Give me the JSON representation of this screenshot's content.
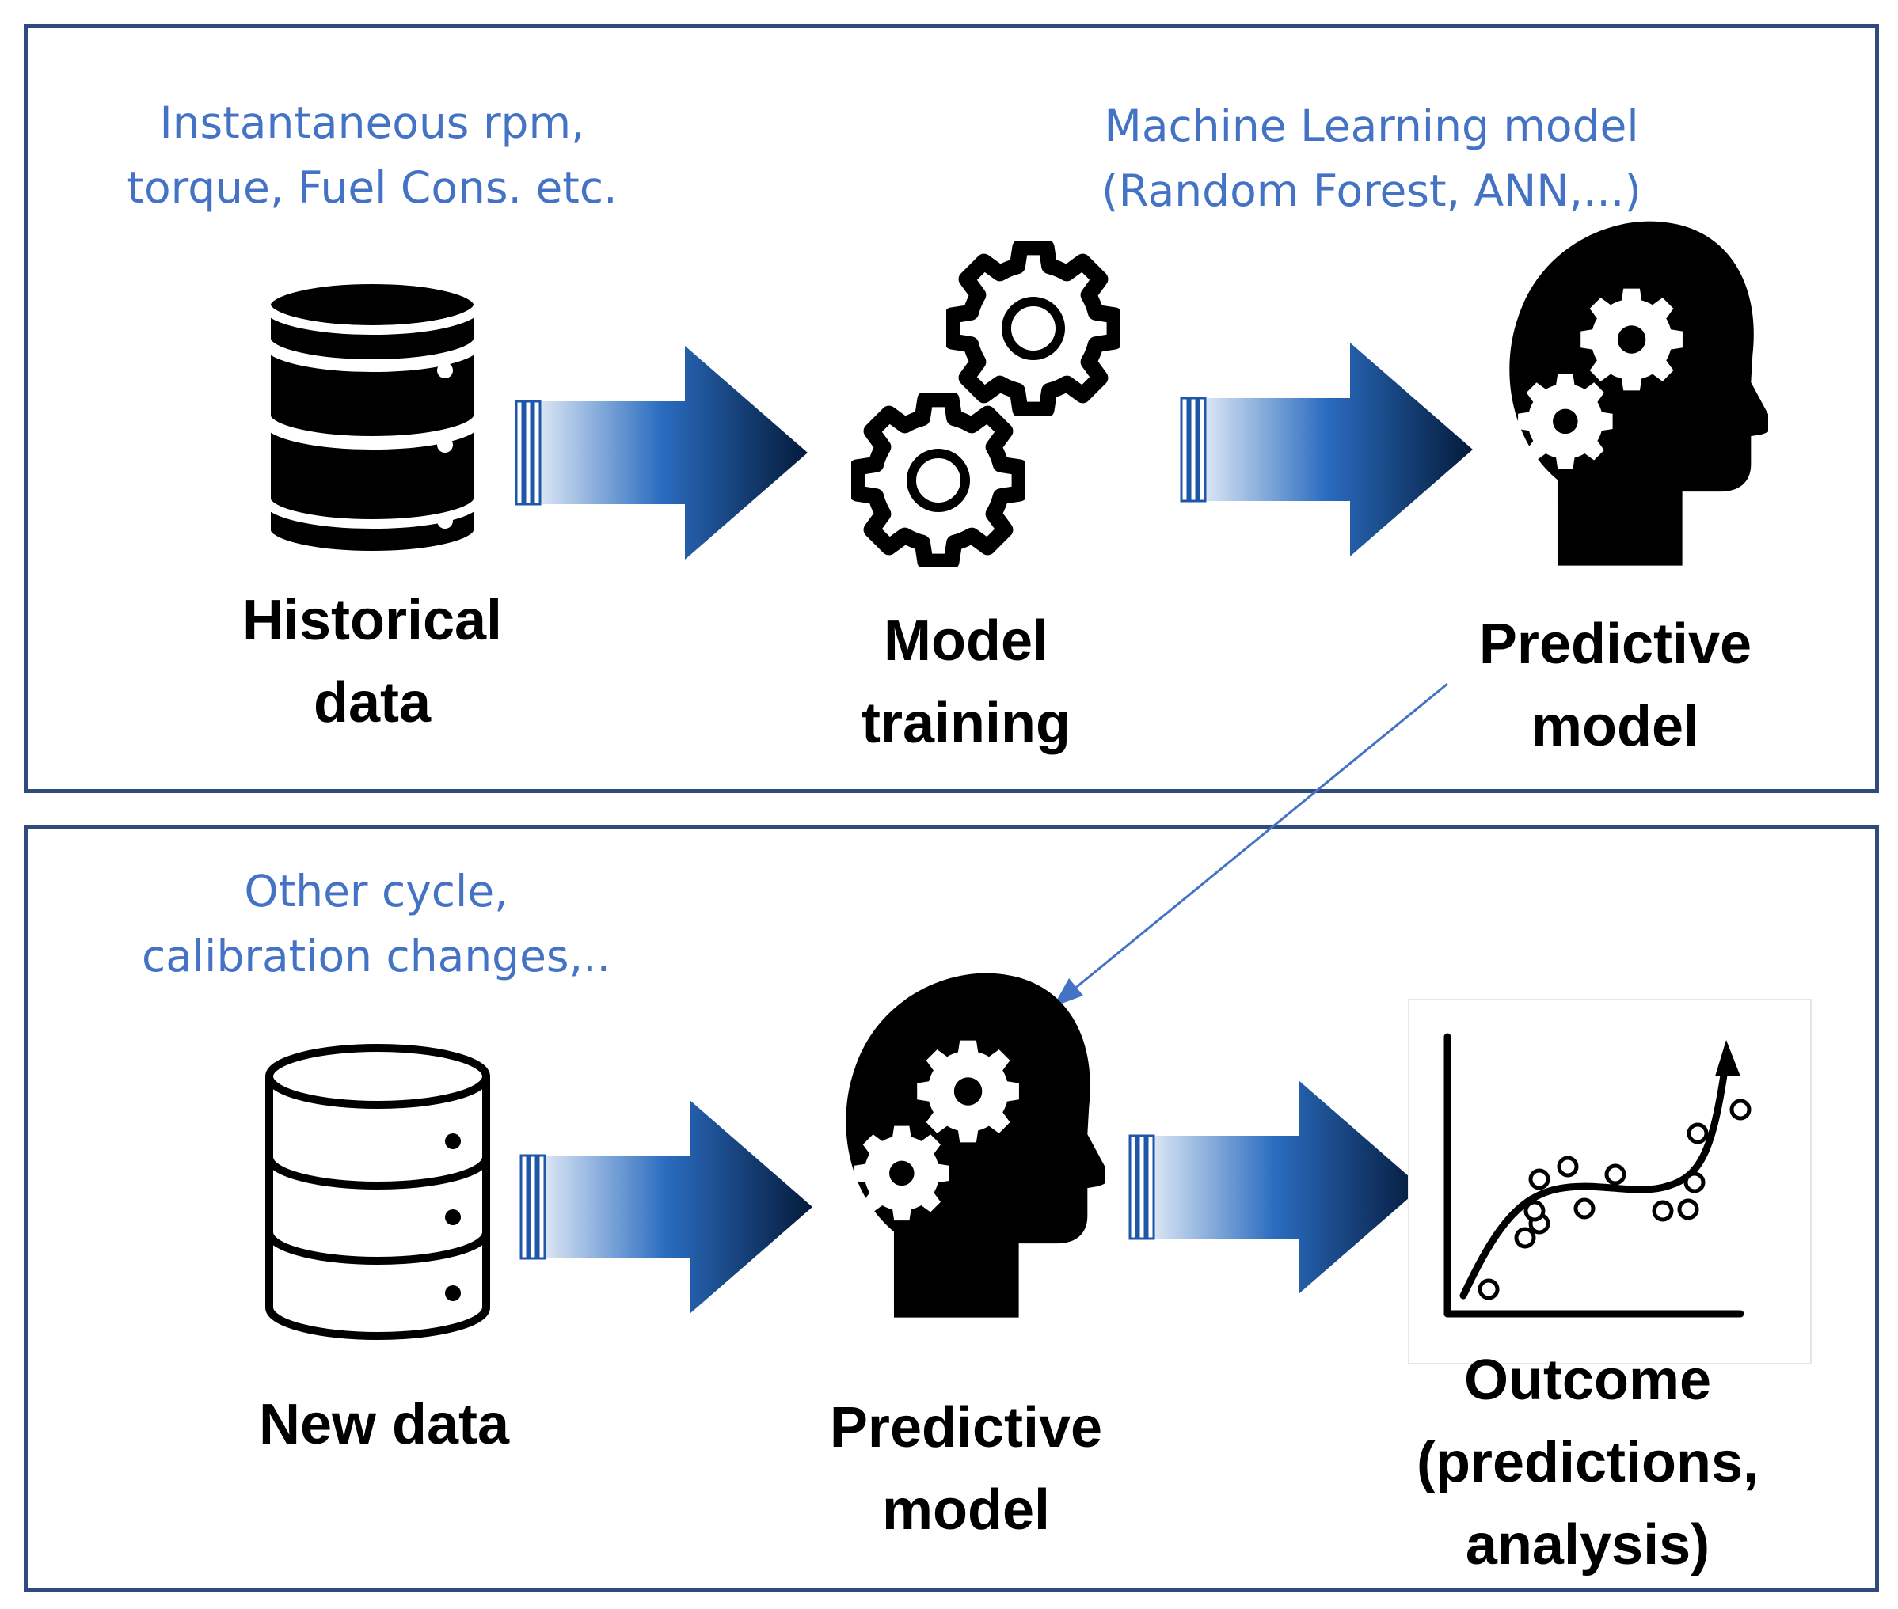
{
  "top_panel": {
    "note_data": [
      "Instantaneous rpm,",
      "torque, Fuel Cons. etc."
    ],
    "note_model": [
      "Machine Learning model",
      "(Random Forest, ANN,...)"
    ],
    "historical_label": [
      "Historical",
      "data"
    ],
    "training_label": [
      "Model",
      "training"
    ],
    "predictive_label": [
      "Predictive",
      "model"
    ]
  },
  "bottom_panel": {
    "note_data": [
      "Other cycle,",
      "calibration changes,.."
    ],
    "new_data_label": [
      "New data"
    ],
    "predictive_label": [
      "Predictive",
      "model"
    ],
    "outcome_label": [
      "Outcome",
      "(predictions,",
      "analysis)"
    ]
  },
  "icons": {
    "historical": "database-icon",
    "training": "gears-icon",
    "predictive": "head-gears-icon",
    "new_data": "database-outline-icon",
    "outcome": "scatter-trend-chart-icon"
  },
  "colors": {
    "note_text": "#4472c4",
    "panel_border": "#2f4b7c",
    "arrow_dark": "#0a4a9c",
    "connector": "#4472c4"
  }
}
